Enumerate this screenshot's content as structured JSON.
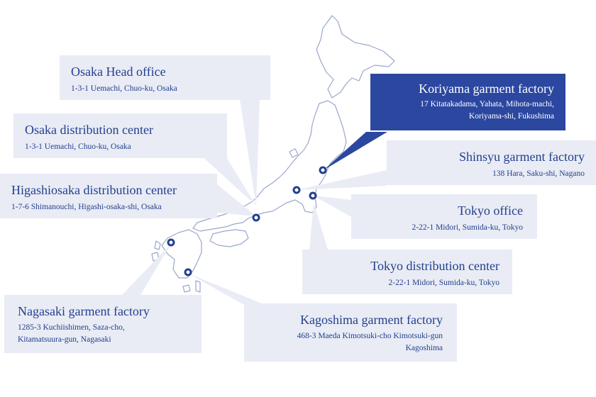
{
  "colors": {
    "accent": "#23408e",
    "box_bg": "#e9ecf5",
    "highlight_bg": "#2b47a0",
    "map_stroke": "#9aa7cc",
    "marker": "#23408e"
  },
  "locations": [
    {
      "id": "osaka-head-office",
      "name": "Osaka Head office",
      "address": [
        "1-3-1 Uemachi, Chuo-ku, Osaka"
      ]
    },
    {
      "id": "osaka-distribution-center",
      "name": "Osaka distribution center",
      "address": [
        "1-3-1 Uemachi, Chuo-ku, Osaka"
      ]
    },
    {
      "id": "higashiosaka-distribution-center",
      "name": "Higashiosaka distribution center",
      "address": [
        "1-7-6 Shimanouchi, Higashi-osaka-shi, Osaka"
      ]
    },
    {
      "id": "koriyama-garment-factory",
      "name": "Koriyama garment factory",
      "address": [
        "17 Kitatakadama, Yahata, Mihota-machi,",
        "Koriyama-shi, Fukushima"
      ],
      "highlighted": true
    },
    {
      "id": "shinsyu-garment-factory",
      "name": "Shinsyu garment factory",
      "address": [
        "138 Hara, Saku-shi, Nagano"
      ]
    },
    {
      "id": "tokyo-office",
      "name": "Tokyo office",
      "address": [
        "2-22-1 Midori, Sumida-ku, Tokyo"
      ]
    },
    {
      "id": "tokyo-distribution-center",
      "name": "Tokyo distribution center",
      "address": [
        "2-22-1 Midori, Sumida-ku, Tokyo"
      ]
    },
    {
      "id": "nagasaki-garment-factory",
      "name": "Nagasaki garment factory",
      "address": [
        "1285-3 Kuchiishimen, Saza-cho,",
        "Kitamatsuura-gun, Nagasaki"
      ]
    },
    {
      "id": "kagoshima-garment-factory",
      "name": "Kagoshima garment factory",
      "address": [
        "468-3 Maeda Kimotsuki-cho Kimotsuki-gun",
        "Kagoshima"
      ]
    }
  ]
}
